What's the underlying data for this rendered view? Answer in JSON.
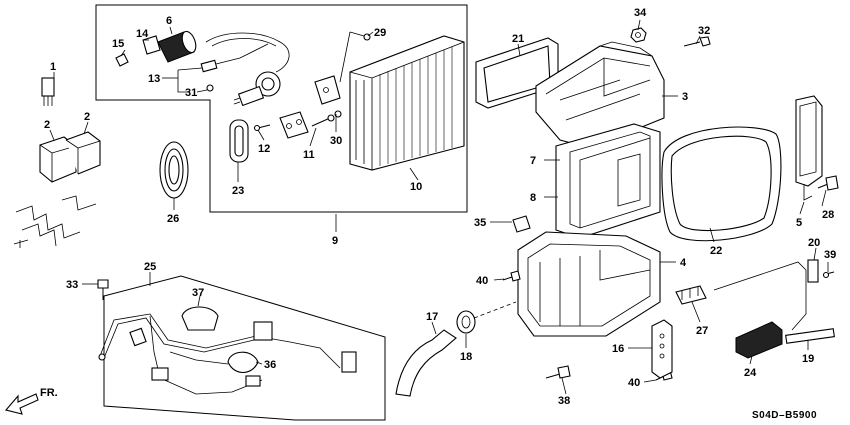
{
  "diagram": {
    "code": "S04D–B5900",
    "direction_label": "FR.",
    "callouts": [
      "1",
      "2",
      "2",
      "3",
      "4",
      "5",
      "6",
      "7",
      "8",
      "9",
      "10",
      "11",
      "12",
      "13",
      "14",
      "15",
      "16",
      "17",
      "18",
      "19",
      "20",
      "21",
      "22",
      "23",
      "24",
      "25",
      "26",
      "27",
      "28",
      "29",
      "30",
      "31",
      "32",
      "33",
      "34",
      "35",
      "36",
      "37",
      "38",
      "39",
      "40",
      "40"
    ]
  }
}
